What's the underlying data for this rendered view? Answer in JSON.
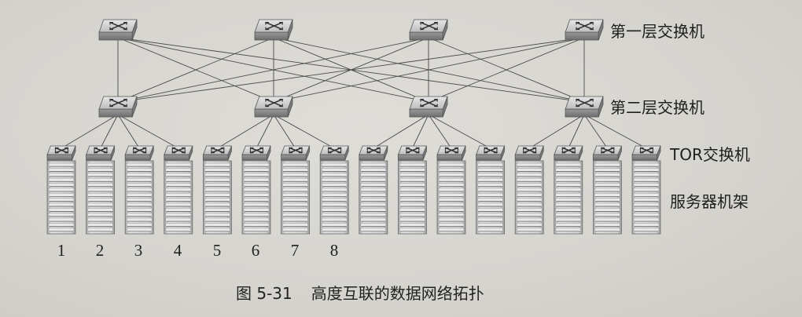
{
  "labels": {
    "layer1": "第一层交换机",
    "layer2": "第二层交换机",
    "tor": "TOR交换机",
    "racks": "服务器机架"
  },
  "rack_numbers": [
    "1",
    "2",
    "3",
    "4",
    "5",
    "6",
    "7",
    "8"
  ],
  "caption": {
    "figure_number": "图 5-31",
    "title": "高度互联的数据网络拓扑"
  },
  "topology": {
    "layer1_switch_count": 4,
    "layer2_switch_count": 4,
    "tor_switch_count": 16,
    "rack_count": 16,
    "tor_per_layer2": 4
  },
  "colors": {
    "background": "#d7d5d0",
    "switch_face": "#bdbdbd",
    "switch_edge": "#555555",
    "link": "#4a4a4a",
    "rack_body": "#cfcfcf"
  },
  "icons": {
    "switch": "network-switch-icon",
    "rack": "server-rack-icon"
  }
}
